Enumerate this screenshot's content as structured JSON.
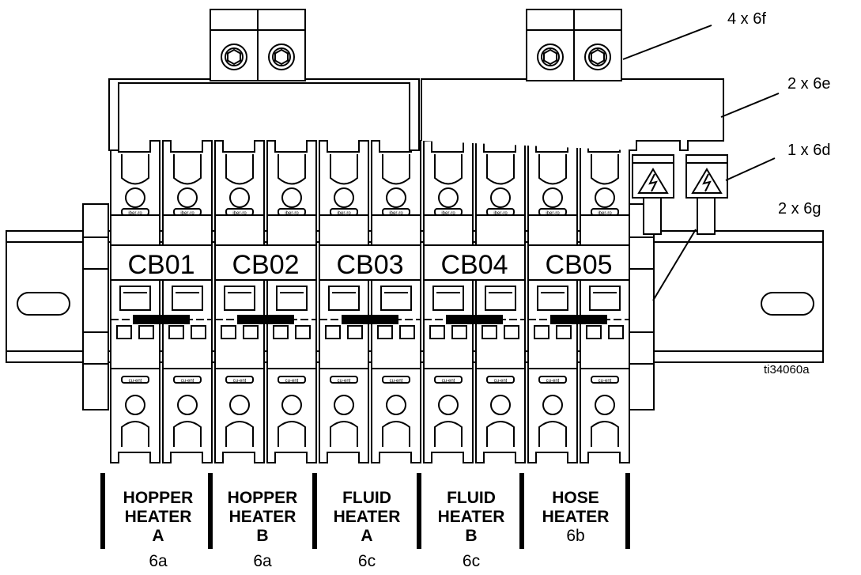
{
  "callouts": {
    "bus_terminal": "4 x 6f",
    "bus_bar": "2 x 6e",
    "end_cover": "1 x 6d",
    "end_stop": "2 x 6g"
  },
  "figure_id": "ti34060a",
  "breakers": [
    {
      "label": "CB01"
    },
    {
      "label": "CB02"
    },
    {
      "label": "CB03"
    },
    {
      "label": "CB04"
    },
    {
      "label": "CB05"
    }
  ],
  "pole_brand_top": "iber-ro",
  "pole_brand_bottom": "cu-ent",
  "circuits": [
    {
      "line1": "HOPPER",
      "line2": "HEATER",
      "line3": "A",
      "part": "6a"
    },
    {
      "line1": "HOPPER",
      "line2": "HEATER",
      "line3": "B",
      "part": "6a"
    },
    {
      "line1": "FLUID",
      "line2": "HEATER",
      "line3": "A",
      "part": "6c"
    },
    {
      "line1": "FLUID",
      "line2": "HEATER",
      "line3": "B",
      "part": "6c"
    },
    {
      "line1": "HOSE",
      "line2": "HEATER",
      "line3": "",
      "part": "6b"
    }
  ],
  "colors": {
    "line": "#000000",
    "background": "#ffffff"
  }
}
